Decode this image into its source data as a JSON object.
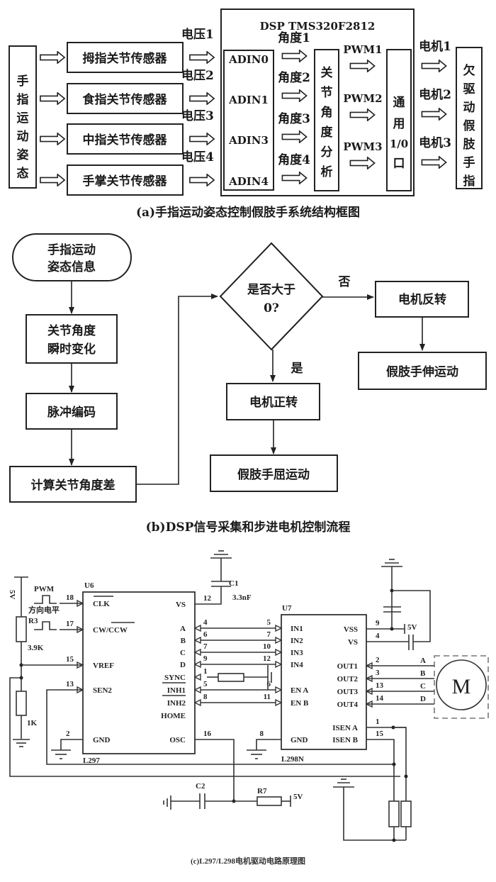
{
  "panel_a": {
    "caption": "(a)手指运动姿态控制假肢手系统结构框图",
    "input_block": "手指运动姿态",
    "sensors": [
      "拇指关节传感器",
      "食指关节传感器",
      "中指关节传感器",
      "手掌关节传感器"
    ],
    "voltages": [
      "电压1",
      "电压2",
      "电压3",
      "电压4"
    ],
    "dsp_title": "DSP TMS320F2812",
    "adc_pins": [
      "ADIN0",
      "ADIN1",
      "ADIN3",
      "ADIN4"
    ],
    "angles": [
      "角度1",
      "角度2",
      "角度3",
      "角度4"
    ],
    "analysis_block": "关节角度分析",
    "pwm": [
      "PWM1",
      "PWM2",
      "PWM3"
    ],
    "io_block": [
      "通",
      "用",
      "1/0",
      "口"
    ],
    "motors": [
      "电机1",
      "电机2",
      "电机3"
    ],
    "output_block": "欠驱动假肢手指"
  },
  "panel_b": {
    "caption": "(b)DSP信号采集和步进电机控制流程",
    "start": [
      "手指运动",
      "姿态信息"
    ],
    "step1": [
      "关节角度",
      "瞬时变化"
    ],
    "step2": "脉冲编码",
    "step3": "计算关节角度差",
    "decision": [
      "是否大于",
      "0?"
    ],
    "no_label": "否",
    "yes_label": "是",
    "no_branch": [
      "电机反转",
      "假肢手伸运动"
    ],
    "yes_branch": [
      "电机正转",
      "假肢手屈运动"
    ]
  },
  "panel_c": {
    "caption": "(c)L297/L298电机驱动电路原理图",
    "u6": {
      "ref": "U6",
      "part": "L297",
      "left_pins": [
        {
          "num": "18",
          "name": "CLK"
        },
        {
          "num": "17",
          "name": "CW/CCW"
        },
        {
          "num": "15",
          "name": "VREF"
        },
        {
          "num": "13",
          "name": "SEN2"
        },
        {
          "num": "2",
          "name": "GND"
        }
      ],
      "right_pins": [
        {
          "num": "12",
          "name": "VS"
        },
        {
          "num": "4",
          "name": "A"
        },
        {
          "num": "6",
          "name": "B"
        },
        {
          "num": "7",
          "name": "C"
        },
        {
          "num": "9",
          "name": "D"
        },
        {
          "num": "1",
          "name": "SYNC"
        },
        {
          "num": "5",
          "name": "INH1"
        },
        {
          "num": "8",
          "name": "INH2"
        },
        {
          "num": "",
          "name": "HOME"
        },
        {
          "num": "16",
          "name": "OSC"
        }
      ]
    },
    "u7": {
      "ref": "U7",
      "part": "L298N",
      "left_pins": [
        {
          "num": "5",
          "name": "IN1"
        },
        {
          "num": "7",
          "name": "IN2"
        },
        {
          "num": "10",
          "name": "IN3"
        },
        {
          "num": "12",
          "name": "IN4"
        },
        {
          "num": "6",
          "name": "EN A"
        },
        {
          "num": "11",
          "name": "EN B"
        },
        {
          "num": "8",
          "name": "GND"
        }
      ],
      "right_pins": [
        {
          "num": "9",
          "name": "VSS"
        },
        {
          "num": "4",
          "name": "VS"
        },
        {
          "num": "2",
          "name": "OUT1"
        },
        {
          "num": "3",
          "name": "OUT2"
        },
        {
          "num": "13",
          "name": "OUT3"
        },
        {
          "num": "14",
          "name": "OUT4"
        },
        {
          "num": "1",
          "name": "ISEN A"
        },
        {
          "num": "15",
          "name": "ISEN B"
        }
      ]
    },
    "supply": "5V",
    "pwm_label": "PWM",
    "dir_label": "方向电平",
    "r3": "R3",
    "r3_value": "3.9K",
    "r_1k": "1K",
    "c1": "C1",
    "c1_value": "3.3nF",
    "c2": "C2",
    "r7": "R7",
    "r7_supply": "5V",
    "vss_supply": "5V",
    "motor_label": "M",
    "motor_phases": [
      "A",
      "B",
      "C",
      "D"
    ]
  }
}
